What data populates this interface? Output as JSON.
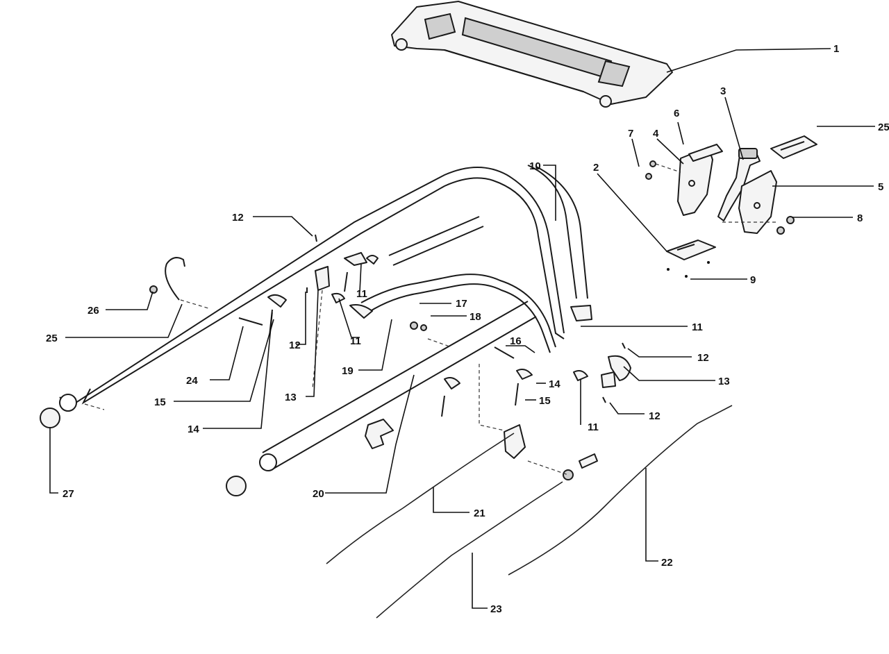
{
  "callouts": [
    {
      "id": "c1",
      "label": "1"
    },
    {
      "id": "c2",
      "label": "2"
    },
    {
      "id": "c3",
      "label": "3"
    },
    {
      "id": "c4",
      "label": "4"
    },
    {
      "id": "c5",
      "label": "5"
    },
    {
      "id": "c6",
      "label": "6"
    },
    {
      "id": "c7",
      "label": "7"
    },
    {
      "id": "c8",
      "label": "8"
    },
    {
      "id": "c9",
      "label": "9"
    },
    {
      "id": "c10",
      "label": "10"
    },
    {
      "id": "c11a",
      "label": "11"
    },
    {
      "id": "c11b",
      "label": "11"
    },
    {
      "id": "c11c",
      "label": "11"
    },
    {
      "id": "c11d",
      "label": "11"
    },
    {
      "id": "c12a",
      "label": "12"
    },
    {
      "id": "c12b",
      "label": "12"
    },
    {
      "id": "c12c",
      "label": "12"
    },
    {
      "id": "c12d",
      "label": "12"
    },
    {
      "id": "c13a",
      "label": "13"
    },
    {
      "id": "c13b",
      "label": "13"
    },
    {
      "id": "c14a",
      "label": "14"
    },
    {
      "id": "c14b",
      "label": "14"
    },
    {
      "id": "c15a",
      "label": "15"
    },
    {
      "id": "c15b",
      "label": "15"
    },
    {
      "id": "c16",
      "label": "16"
    },
    {
      "id": "c17",
      "label": "17"
    },
    {
      "id": "c18",
      "label": "18"
    },
    {
      "id": "c19",
      "label": "19"
    },
    {
      "id": "c20",
      "label": "20"
    },
    {
      "id": "c21",
      "label": "21"
    },
    {
      "id": "c22",
      "label": "22"
    },
    {
      "id": "c23",
      "label": "23"
    },
    {
      "id": "c24",
      "label": "24"
    },
    {
      "id": "c25a",
      "label": "25"
    },
    {
      "id": "c25b",
      "label": "25"
    },
    {
      "id": "c26",
      "label": "26"
    },
    {
      "id": "c27",
      "label": "27"
    }
  ]
}
